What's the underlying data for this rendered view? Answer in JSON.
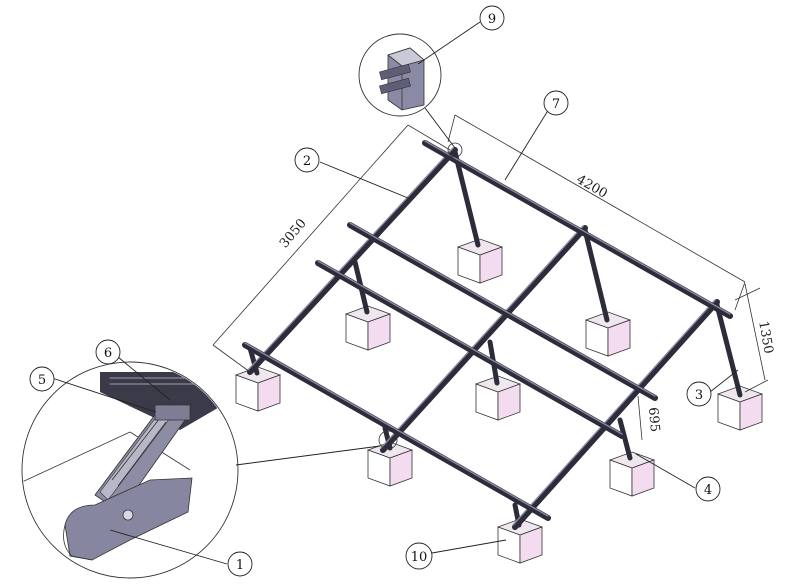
{
  "dimensions": {
    "d3050": "3050",
    "d4200": "4200",
    "d1350": "1350",
    "d695": "695"
  },
  "callouts": {
    "c1": "1",
    "c2": "2",
    "c3": "3",
    "c4": "4",
    "c5": "5",
    "c6": "6",
    "c7": "7",
    "c9": "9",
    "c10": "10"
  }
}
